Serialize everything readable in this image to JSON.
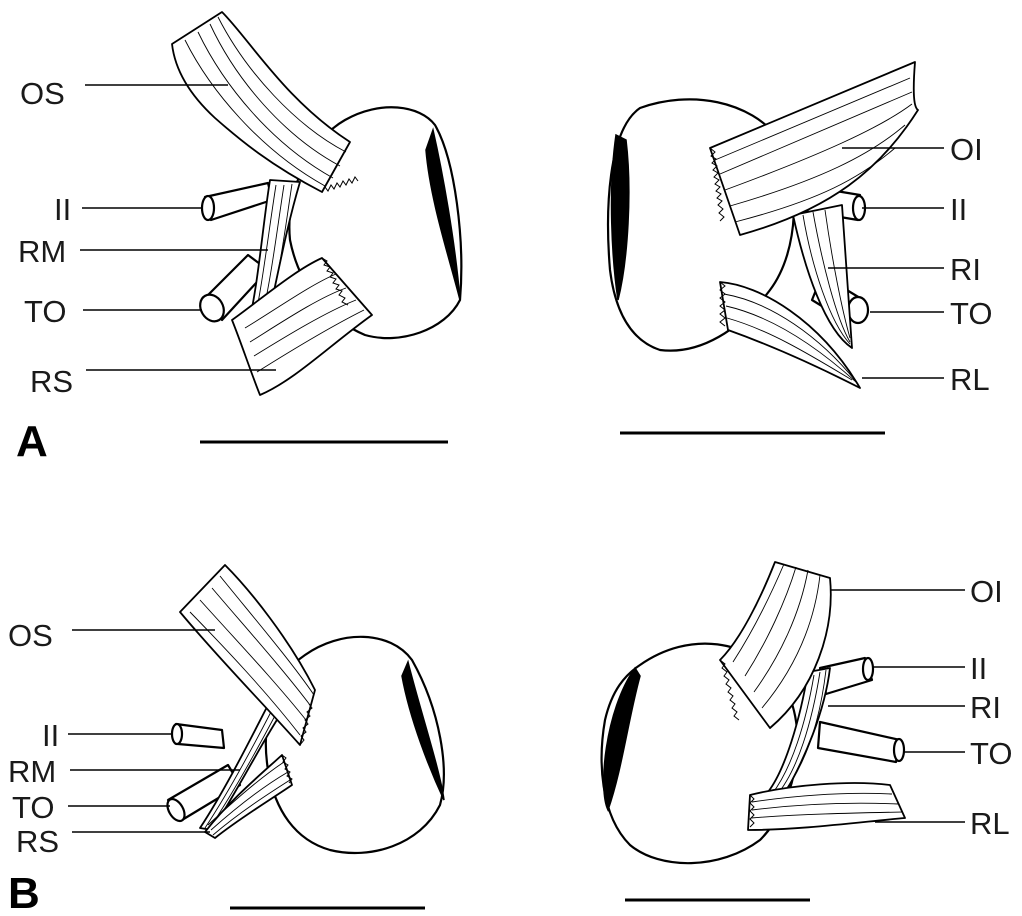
{
  "panels": {
    "A": {
      "label": "A",
      "left_labels": {
        "os": "OS",
        "ii": "II",
        "rm": "RM",
        "to": "TO",
        "rs": "RS"
      },
      "right_labels": {
        "oi": "OI",
        "ii": "II",
        "ri": "RI",
        "to": "TO",
        "rl": "RL"
      }
    },
    "B": {
      "label": "B",
      "left_labels": {
        "os": "OS",
        "ii": "II",
        "rm": "RM",
        "to": "TO",
        "rs": "RS"
      },
      "right_labels": {
        "oi": "OI",
        "ii": "II",
        "ri": "RI",
        "to": "TO",
        "rl": "RL"
      }
    }
  },
  "colors": {
    "ink": "#000000",
    "pupil_fill": "#000000",
    "background": "#ffffff"
  }
}
